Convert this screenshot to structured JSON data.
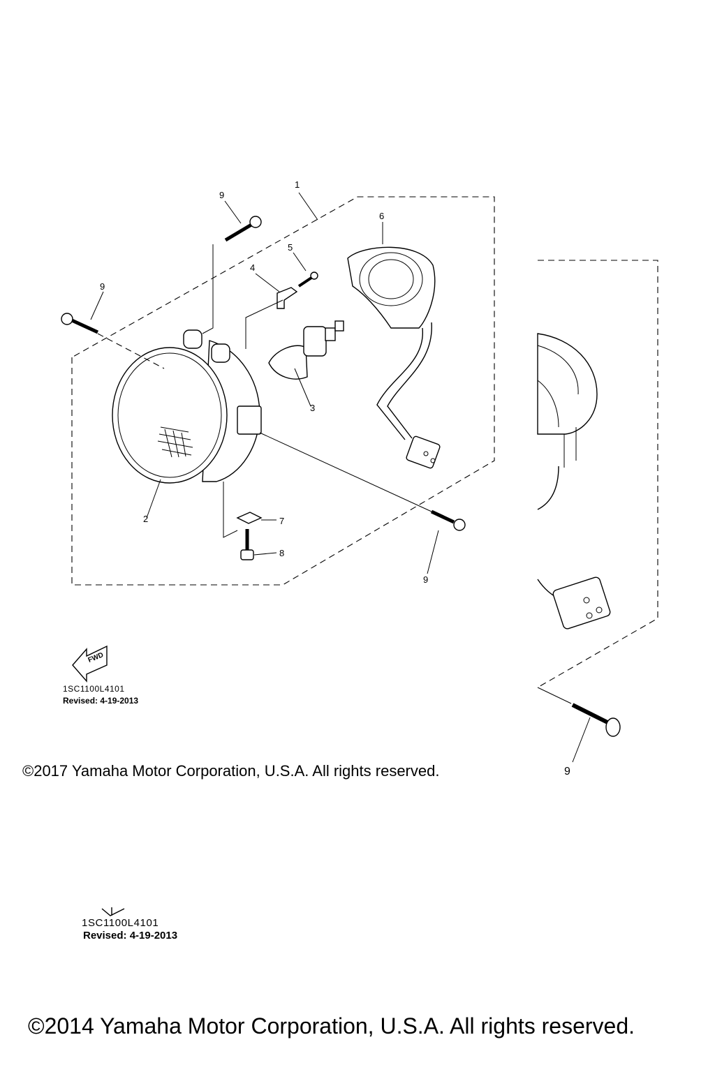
{
  "callouts": {
    "c1": "1",
    "c2": "2",
    "c3": "3",
    "c4": "4",
    "c5": "5",
    "c6": "6",
    "c7": "7",
    "c8": "8",
    "c9a": "9",
    "c9b": "9",
    "c9c": "9",
    "c9d": "9"
  },
  "fwd_label": "FWD",
  "diagram_code": "1SC1100L4101",
  "revised": "Revised: 4-19-2013",
  "copyright_2017": "©2017 Yamaha Motor Corporation, U.S.A. All rights reserved.",
  "zoom_diagram_code": "1SC1100L4101",
  "zoom_revised": "Revised: 4-19-2013",
  "copyright_2014": "©2014 Yamaha Motor Corporation, U.S.A. All rights reserved."
}
